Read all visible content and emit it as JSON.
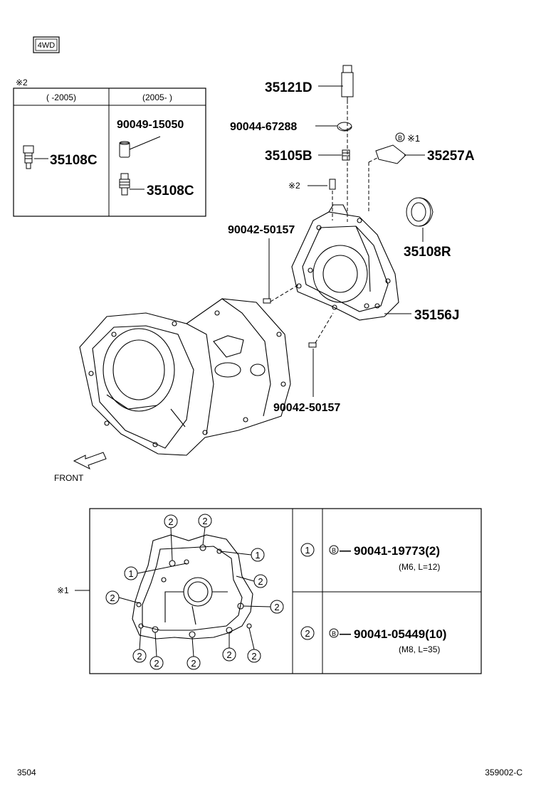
{
  "badge": "4WD",
  "inset": {
    "marker": "※2",
    "col1_header": "(    -2005)",
    "col2_header": "(2005-    )",
    "col1_part": "35108C",
    "col2_part_top": "90049-15050",
    "col2_part_bottom": "35108C"
  },
  "parts": {
    "p35121D": "35121D",
    "p90044": "90044-67288",
    "p35105B": "35105B",
    "p35257A": "35257A",
    "p35257A_note_b": "B",
    "p35257A_note_mark": "※1",
    "note_x2": "※2",
    "p90042_top": "90042-50157",
    "p35108R": "35108R",
    "p35156J": "35156J",
    "p90042_bottom": "90042-50157"
  },
  "front_label": "FRONT",
  "bolt_table": {
    "marker": "※1",
    "rows": [
      {
        "circle": "1",
        "b": "B",
        "part": "90041-19773(2)",
        "spec": "(M6, L=12)"
      },
      {
        "circle": "2",
        "b": "B",
        "part": "90041-05449(10)",
        "spec": "(M8, L=35)"
      }
    ],
    "callouts": [
      "2",
      "2",
      "1",
      "1",
      "2",
      "2",
      "2",
      "2",
      "2",
      "2",
      "2",
      "2"
    ]
  },
  "footer": {
    "left": "3504",
    "right": "359002-C"
  }
}
